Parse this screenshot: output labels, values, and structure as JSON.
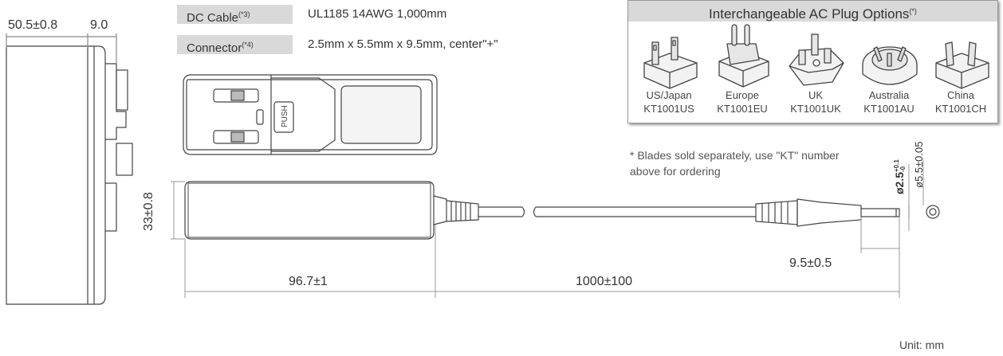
{
  "specs": {
    "dc_cable": {
      "label": "DC Cable",
      "note": "(*3)",
      "value": "UL1185 14AWG 1,000mm"
    },
    "connector": {
      "label": "Connector",
      "note": "(*4)",
      "value": "2.5mm x 5.5mm x 9.5mm, center\"+\""
    }
  },
  "plug_options": {
    "title": "Interchangeable AC Plug Options",
    "title_note": "(*)",
    "items": [
      {
        "region": "US/Japan",
        "part": "KT1001US"
      },
      {
        "region": "Europe",
        "part": "KT1001EU"
      },
      {
        "region": "UK",
        "part": "KT1001UK"
      },
      {
        "region": "Australia",
        "part": "KT1001AU"
      },
      {
        "region": "China",
        "part": "KT1001CH"
      }
    ],
    "footnote_line1": "* Blades sold separately, use \"KT\" number",
    "footnote_line2": "above for ordering"
  },
  "dimensions": {
    "side_depth": "50.5±0.8",
    "side_plug": "9.0",
    "height": "33±0.8",
    "length": "96.7±1",
    "cable_length": "1000±100",
    "plug_length": "9.5±0.5",
    "inner_dia": "ø2.5",
    "inner_tol_plus": "+0.1",
    "inner_tol_minus": "-0",
    "outer_dia": "ø5.5±0.05"
  },
  "push_label": "PUSH",
  "unit": "Unit: mm"
}
